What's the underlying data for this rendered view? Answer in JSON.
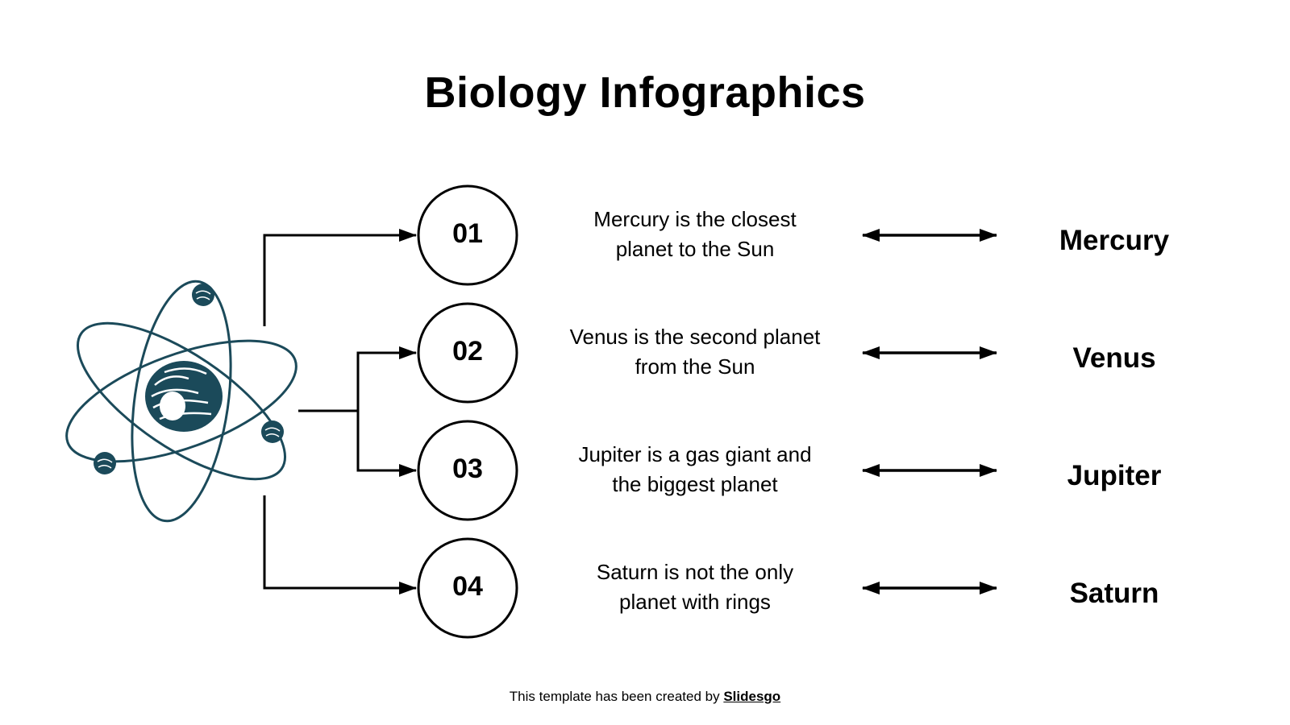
{
  "title": "Biology Infographics",
  "colors": {
    "atom": "#1b4a5a",
    "line": "#000000",
    "background": "#ffffff"
  },
  "icon": "atom-icon",
  "items": [
    {
      "number": "01",
      "line1": "Mercury is the closest",
      "line2": "planet to the Sun",
      "planet": "Mercury"
    },
    {
      "number": "02",
      "line1": "Venus is the second planet",
      "line2": "from the Sun",
      "planet": "Venus"
    },
    {
      "number": "03",
      "line1": "Jupiter is a gas giant and",
      "line2": "the biggest planet",
      "planet": "Jupiter"
    },
    {
      "number": "04",
      "line1": "Saturn is not the only",
      "line2": "planet with rings",
      "planet": "Saturn"
    }
  ],
  "footer": {
    "text": "This template has been created by ",
    "link": "Slidesgo"
  }
}
